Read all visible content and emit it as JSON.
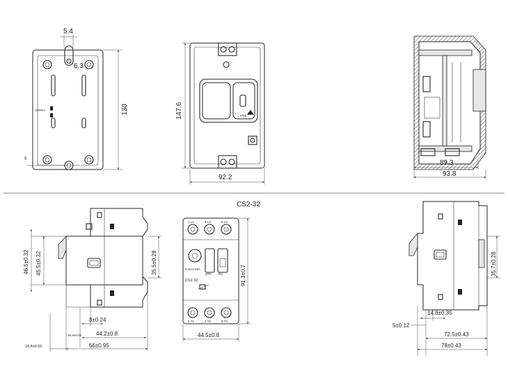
{
  "title": "CS2-32",
  "top_views": {
    "back_view": {
      "dim_top": "5.4",
      "dim_hole": "6.3",
      "dim_height": "130",
      "label_small": "130mm",
      "label_small2": "d4"
    },
    "front_view": {
      "dim_height": "147.6",
      "dim_width": "92.2",
      "mark": "IP65"
    },
    "side_view": {
      "dim_depth1": "89.3",
      "dim_depth2": "93.8"
    }
  },
  "bottom_views": {
    "left_view": {
      "dim_h1": "46.5±0.32",
      "dim_h2": "45.5±0.32",
      "dim_h3": "35.5±0.28",
      "dim_w1": "8±0.24",
      "dim_w2": "44.2±0.8",
      "dim_w3": "66±0.95",
      "dim_w4": "14.8±0.55",
      "dim_w5": "16.3±0.29"
    },
    "front_view": {
      "terminal_top": [
        "1 L1",
        "3 L2",
        "5 L3"
      ],
      "terminal_bottom": [
        "2 T1",
        "4 T2",
        "6 T3"
      ],
      "range": "0.16-0.25A",
      "model": "CS2-32",
      "off_label": "OFF",
      "on_label": "ON",
      "dim_height": "91.3±0.7",
      "dim_width": "44.5±0.8"
    },
    "right_view": {
      "dim_h": "35.7±0.28",
      "dim_w1": "14.8±0.35",
      "dim_w2": "5±0.12",
      "dim_w3": "72.5±0.43",
      "dim_w4": "78±0.43"
    }
  }
}
